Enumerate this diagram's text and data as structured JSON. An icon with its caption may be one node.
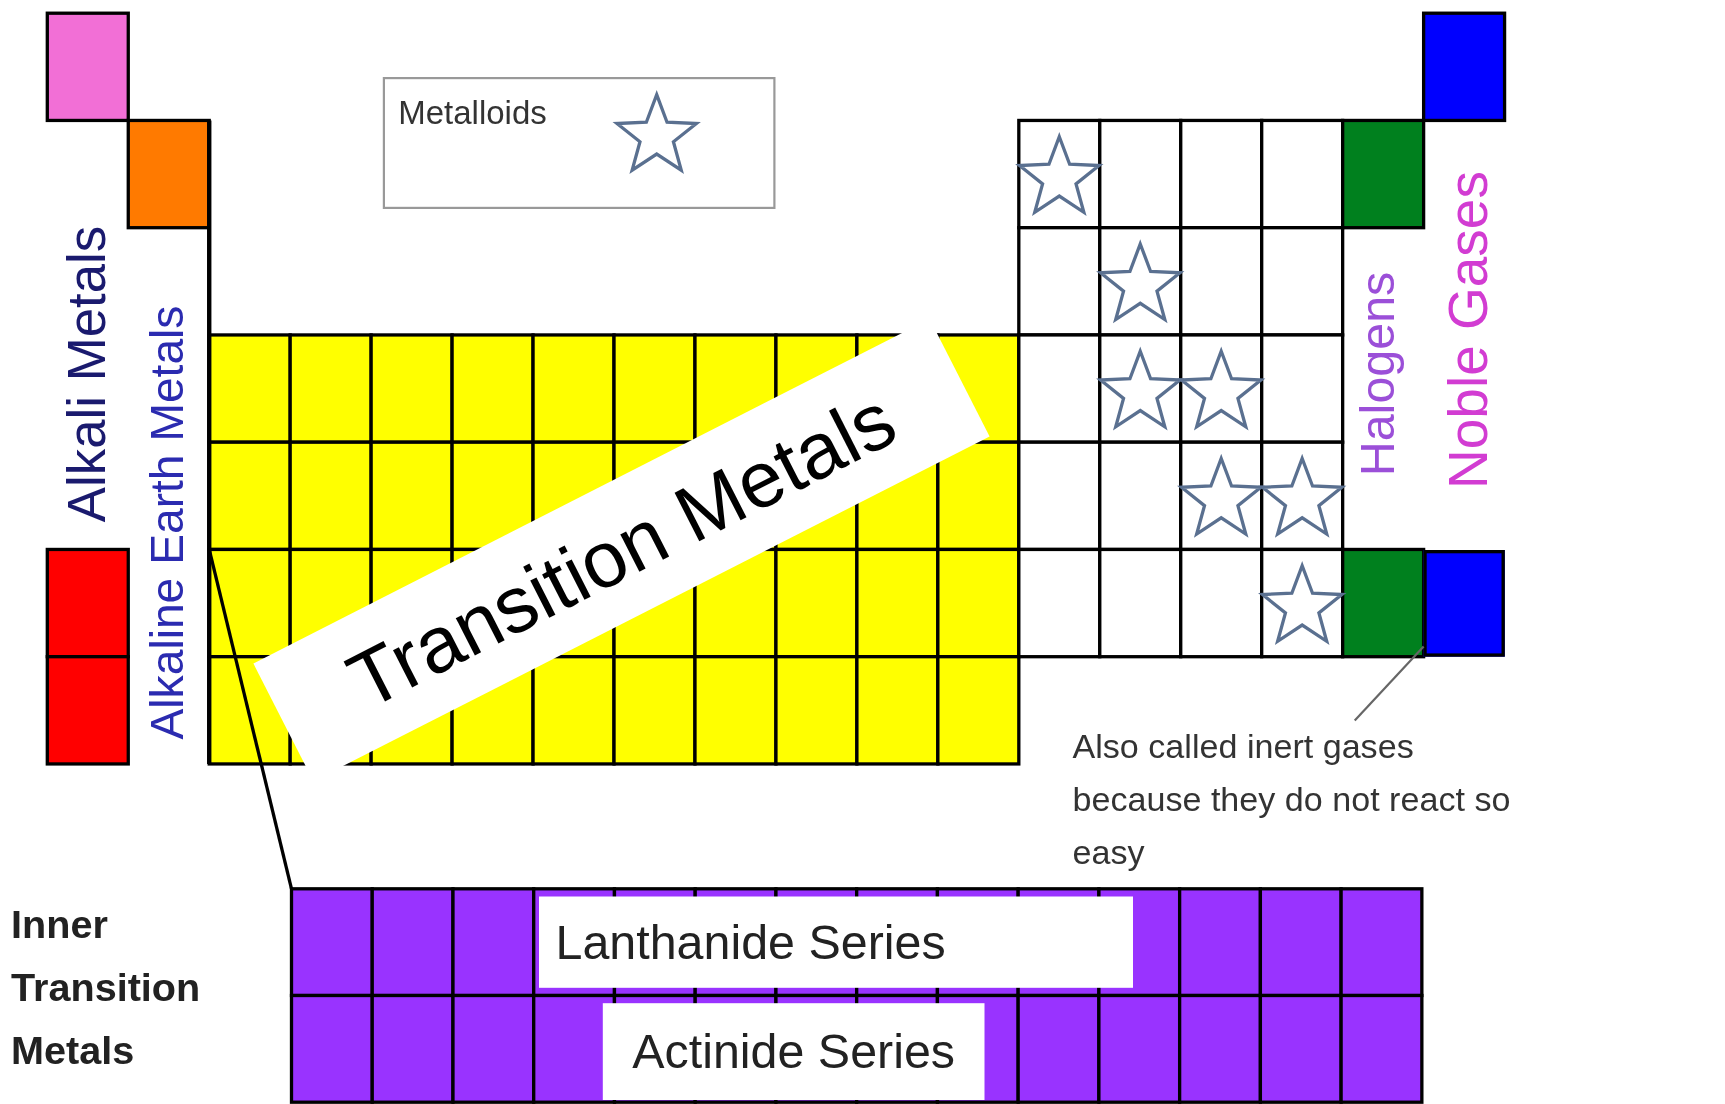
{
  "diagram": {
    "nodes": [
      {
        "text": [
          "Also called inert gases because they do not react so easy"
        ]
      },
      {
        "text": [],
        "shape": "box"
      }
    ],
    "edges": [
      {
        "from": 0,
        "to": 1,
        "arrow": "none"
      }
    ],
    "labels": [
      "Alkali Metals",
      "Alkaline Earth Metals",
      "Transition Metals",
      "Halogens",
      "Noble Gases",
      "Inner Transition Metals",
      "Lanthanide Series",
      "Actinide Series"
    ],
    "legend": [
      {
        "text": "Metalloids"
      }
    ]
  }
}
